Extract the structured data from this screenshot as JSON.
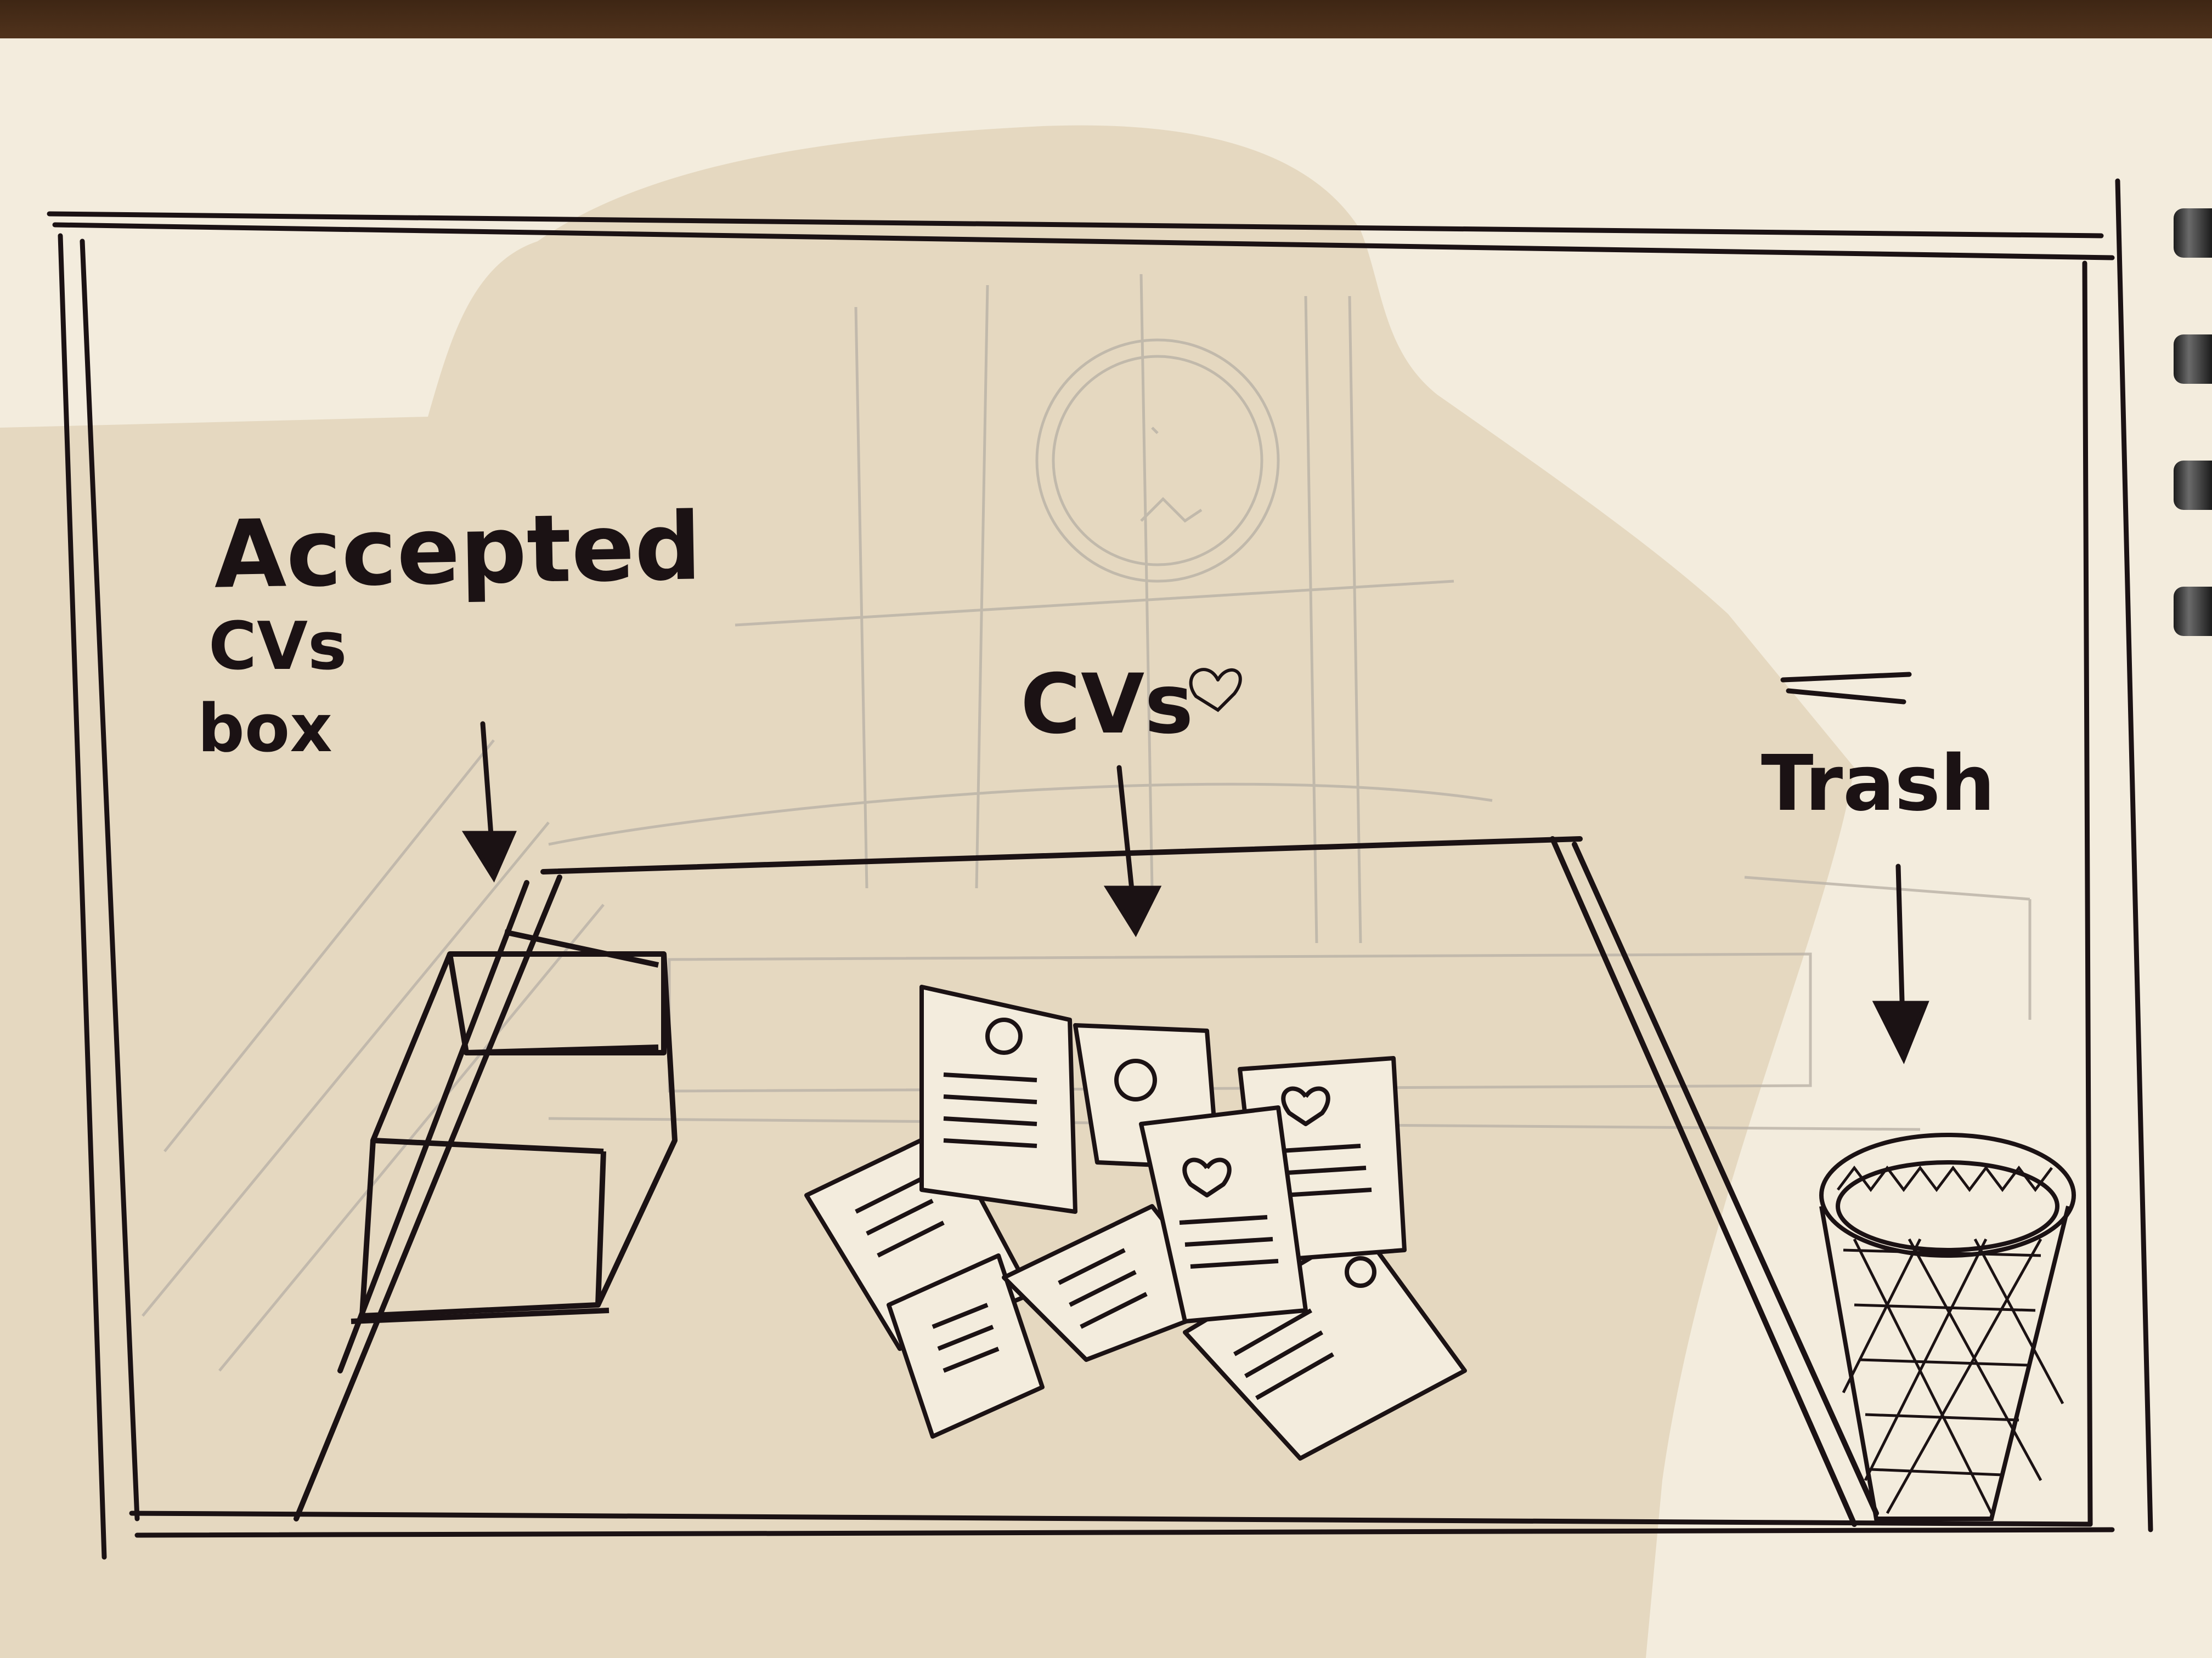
{
  "labels": {
    "accepted_line1": "Accepted",
    "accepted_line2": "CVs",
    "accepted_line3": "box",
    "cvs": "CVs",
    "trash": "Trash"
  },
  "colors": {
    "ink": "#1b1214",
    "paper": "#f3ecdd",
    "wood": "#5a3a22",
    "pencil": "#b9b2a6"
  },
  "icons": {
    "box": "accepted-box-icon",
    "trash": "wastebasket-icon",
    "cv": "cv-paper-icon"
  }
}
